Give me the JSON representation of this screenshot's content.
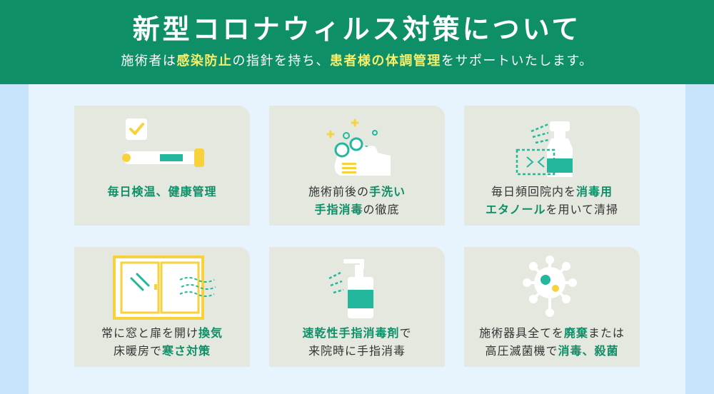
{
  "header": {
    "title": "新型コロナウィルス対策について",
    "sub_1": "施術者は",
    "sub_2": "感染防止",
    "sub_3": "の指針を持ち、",
    "sub_4": "患者様の体調管理",
    "sub_5": "をサポートいたします。"
  },
  "cards": [
    {
      "l1a": "毎日検温、健康管理"
    },
    {
      "l1a": "施術前後の",
      "l1b": "手洗い",
      "l2a": "手指消毒",
      "l2b": "の徹底"
    },
    {
      "l1a": "毎日頻回院内を",
      "l1b": "消毒用",
      "l2a": "エタノール",
      "l2b": "を用いて清掃"
    },
    {
      "l1a": "常に窓と扉を開け",
      "l1b": "換気",
      "l2a": "床暖房で",
      "l2b": "寒さ対策"
    },
    {
      "l1a": "速乾性手指消毒剤",
      "l1b": "で",
      "l2a": "来院時に手指消毒"
    },
    {
      "l1a": "施術器具全てを",
      "l1b": "廃棄",
      "l1c": "または",
      "l2a": "高圧滅菌機で",
      "l2b": "消毒、殺菌"
    }
  ],
  "colors": {
    "header_bg": "#0e8f68",
    "highlight": "#f5ef6a",
    "card_bg": "#e4e8df",
    "accent_green": "#0e8f68",
    "teal": "#23b89e",
    "yellow": "#f7d23c"
  },
  "icons": [
    "thermometer-icon",
    "checkbox-icon",
    "handwash-icon",
    "spray-bottle-icon",
    "window-icon",
    "sanitizer-pump-icon",
    "virus-icon"
  ]
}
